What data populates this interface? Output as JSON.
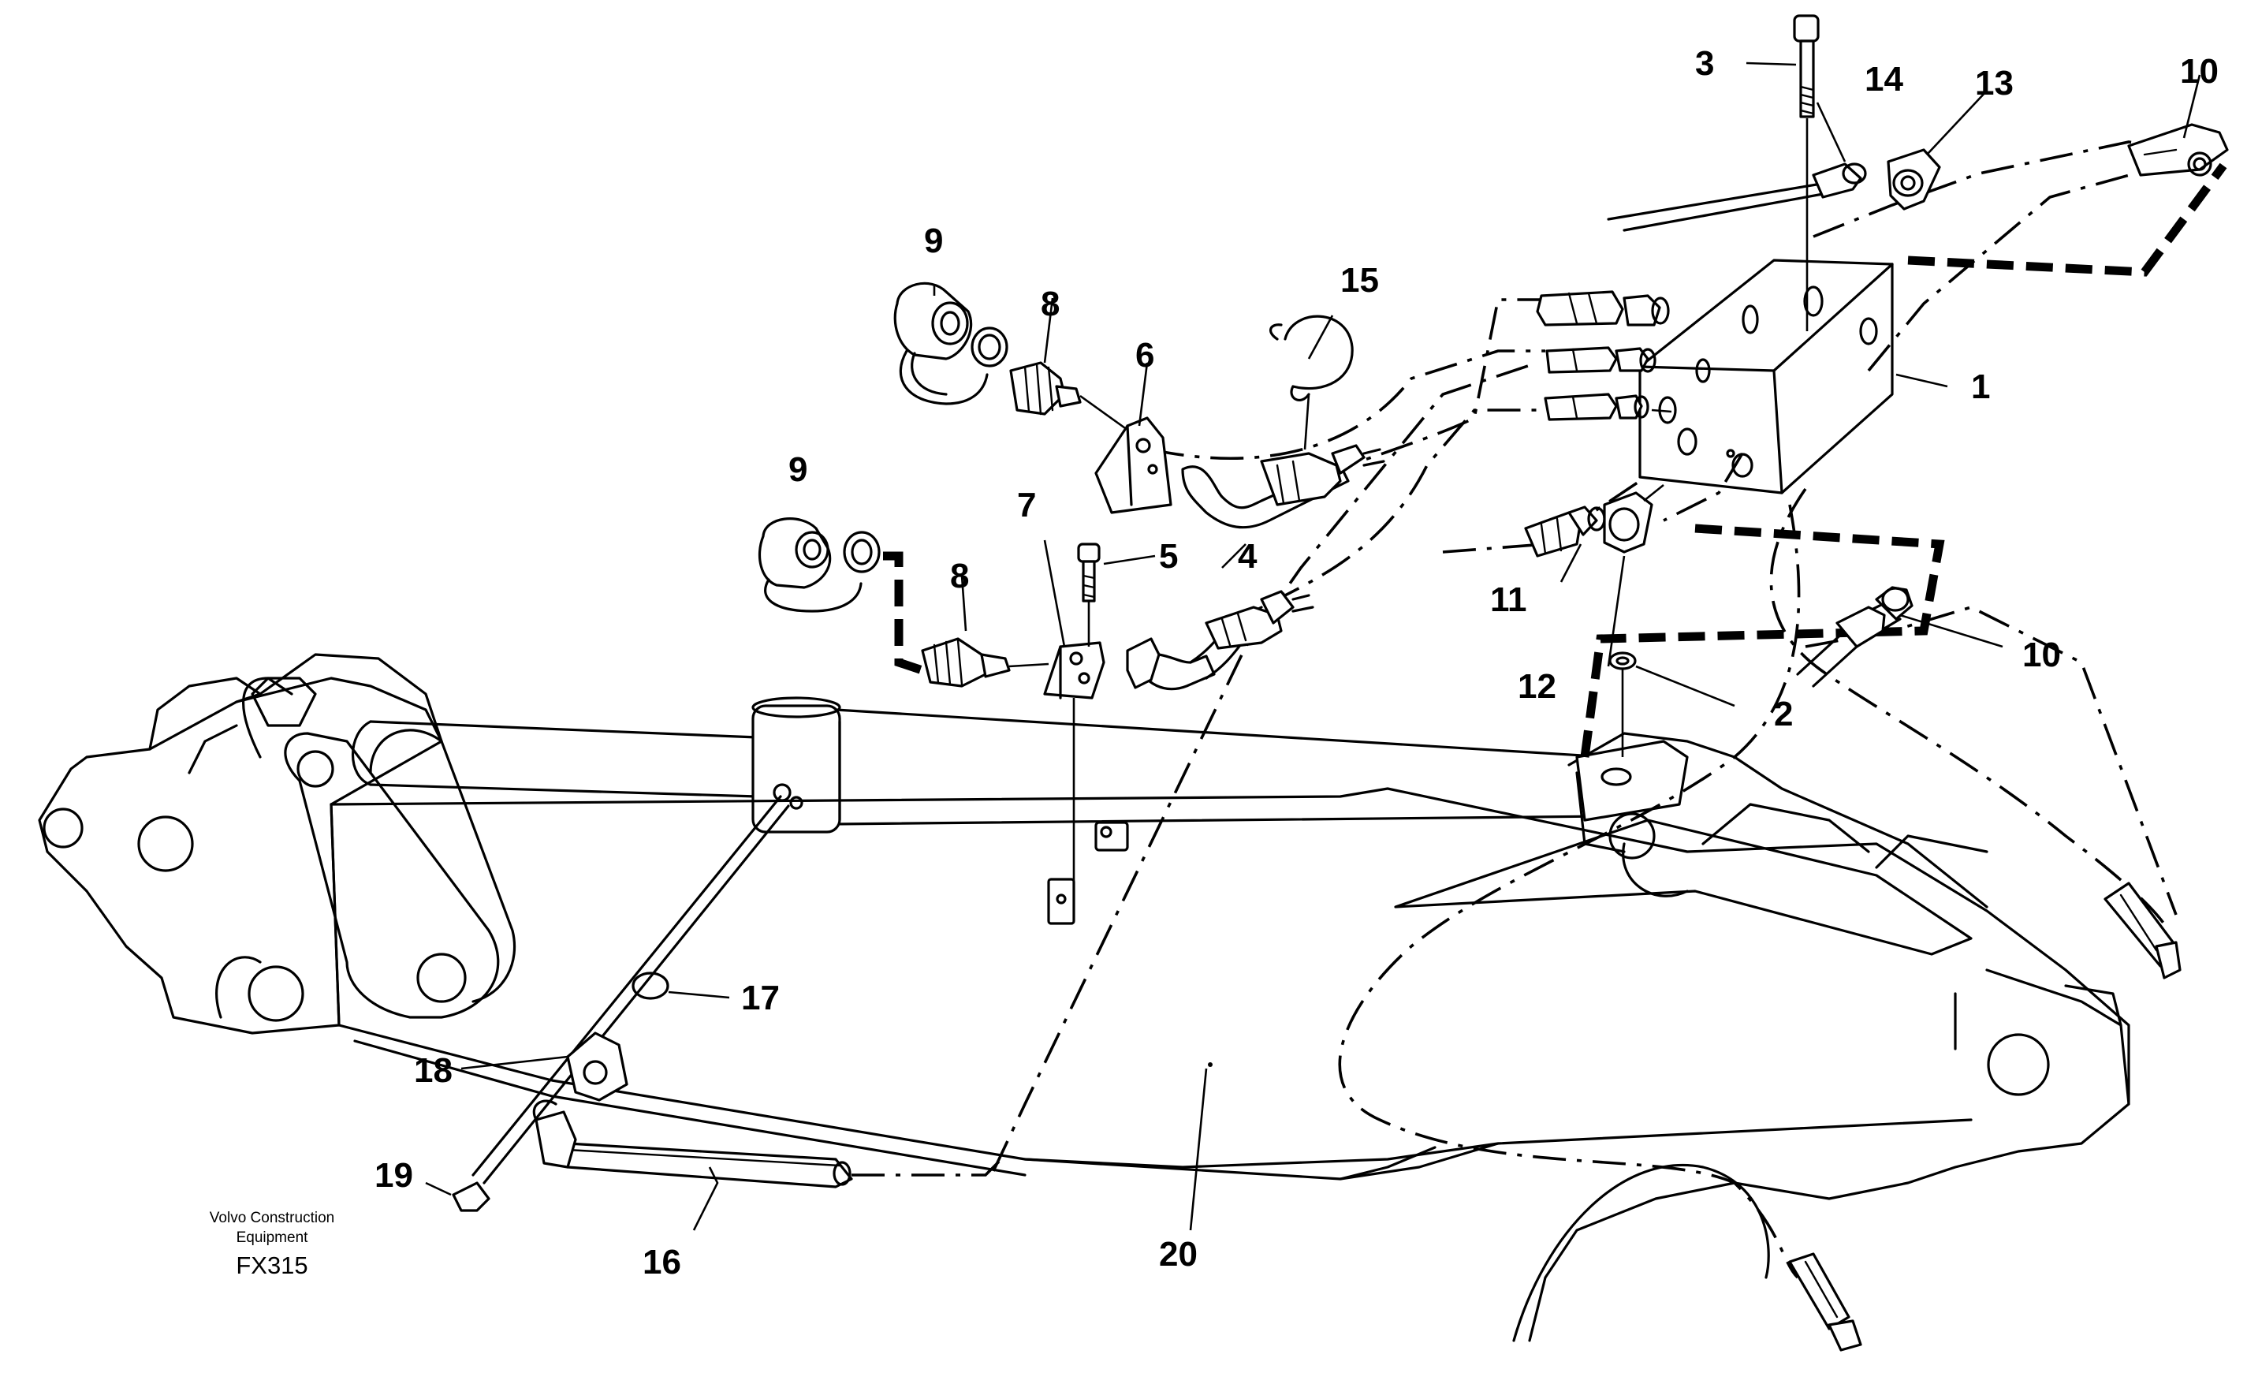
{
  "footer": {
    "credit_line1": "Volvo Construction",
    "credit_line2": "Equipment",
    "drawing_code": "FX315"
  },
  "callouts": [
    {
      "id": "c1",
      "label": "1"
    },
    {
      "id": "c2",
      "label": "2"
    },
    {
      "id": "c3",
      "label": "3"
    },
    {
      "id": "c4",
      "label": "4"
    },
    {
      "id": "c5",
      "label": "5"
    },
    {
      "id": "c6",
      "label": "6"
    },
    {
      "id": "c7",
      "label": "7"
    },
    {
      "id": "c8a",
      "label": "8"
    },
    {
      "id": "c8b",
      "label": "8"
    },
    {
      "id": "c9a",
      "label": "9"
    },
    {
      "id": "c9b",
      "label": "9"
    },
    {
      "id": "c10a",
      "label": "10"
    },
    {
      "id": "c10b",
      "label": "10"
    },
    {
      "id": "c11",
      "label": "11"
    },
    {
      "id": "c12",
      "label": "12"
    },
    {
      "id": "c13",
      "label": "13"
    },
    {
      "id": "c14",
      "label": "14"
    },
    {
      "id": "c15",
      "label": "15"
    },
    {
      "id": "c16",
      "label": "16"
    },
    {
      "id": "c17",
      "label": "17"
    },
    {
      "id": "c18",
      "label": "18"
    },
    {
      "id": "c19",
      "label": "19"
    },
    {
      "id": "c20",
      "label": "20"
    }
  ]
}
